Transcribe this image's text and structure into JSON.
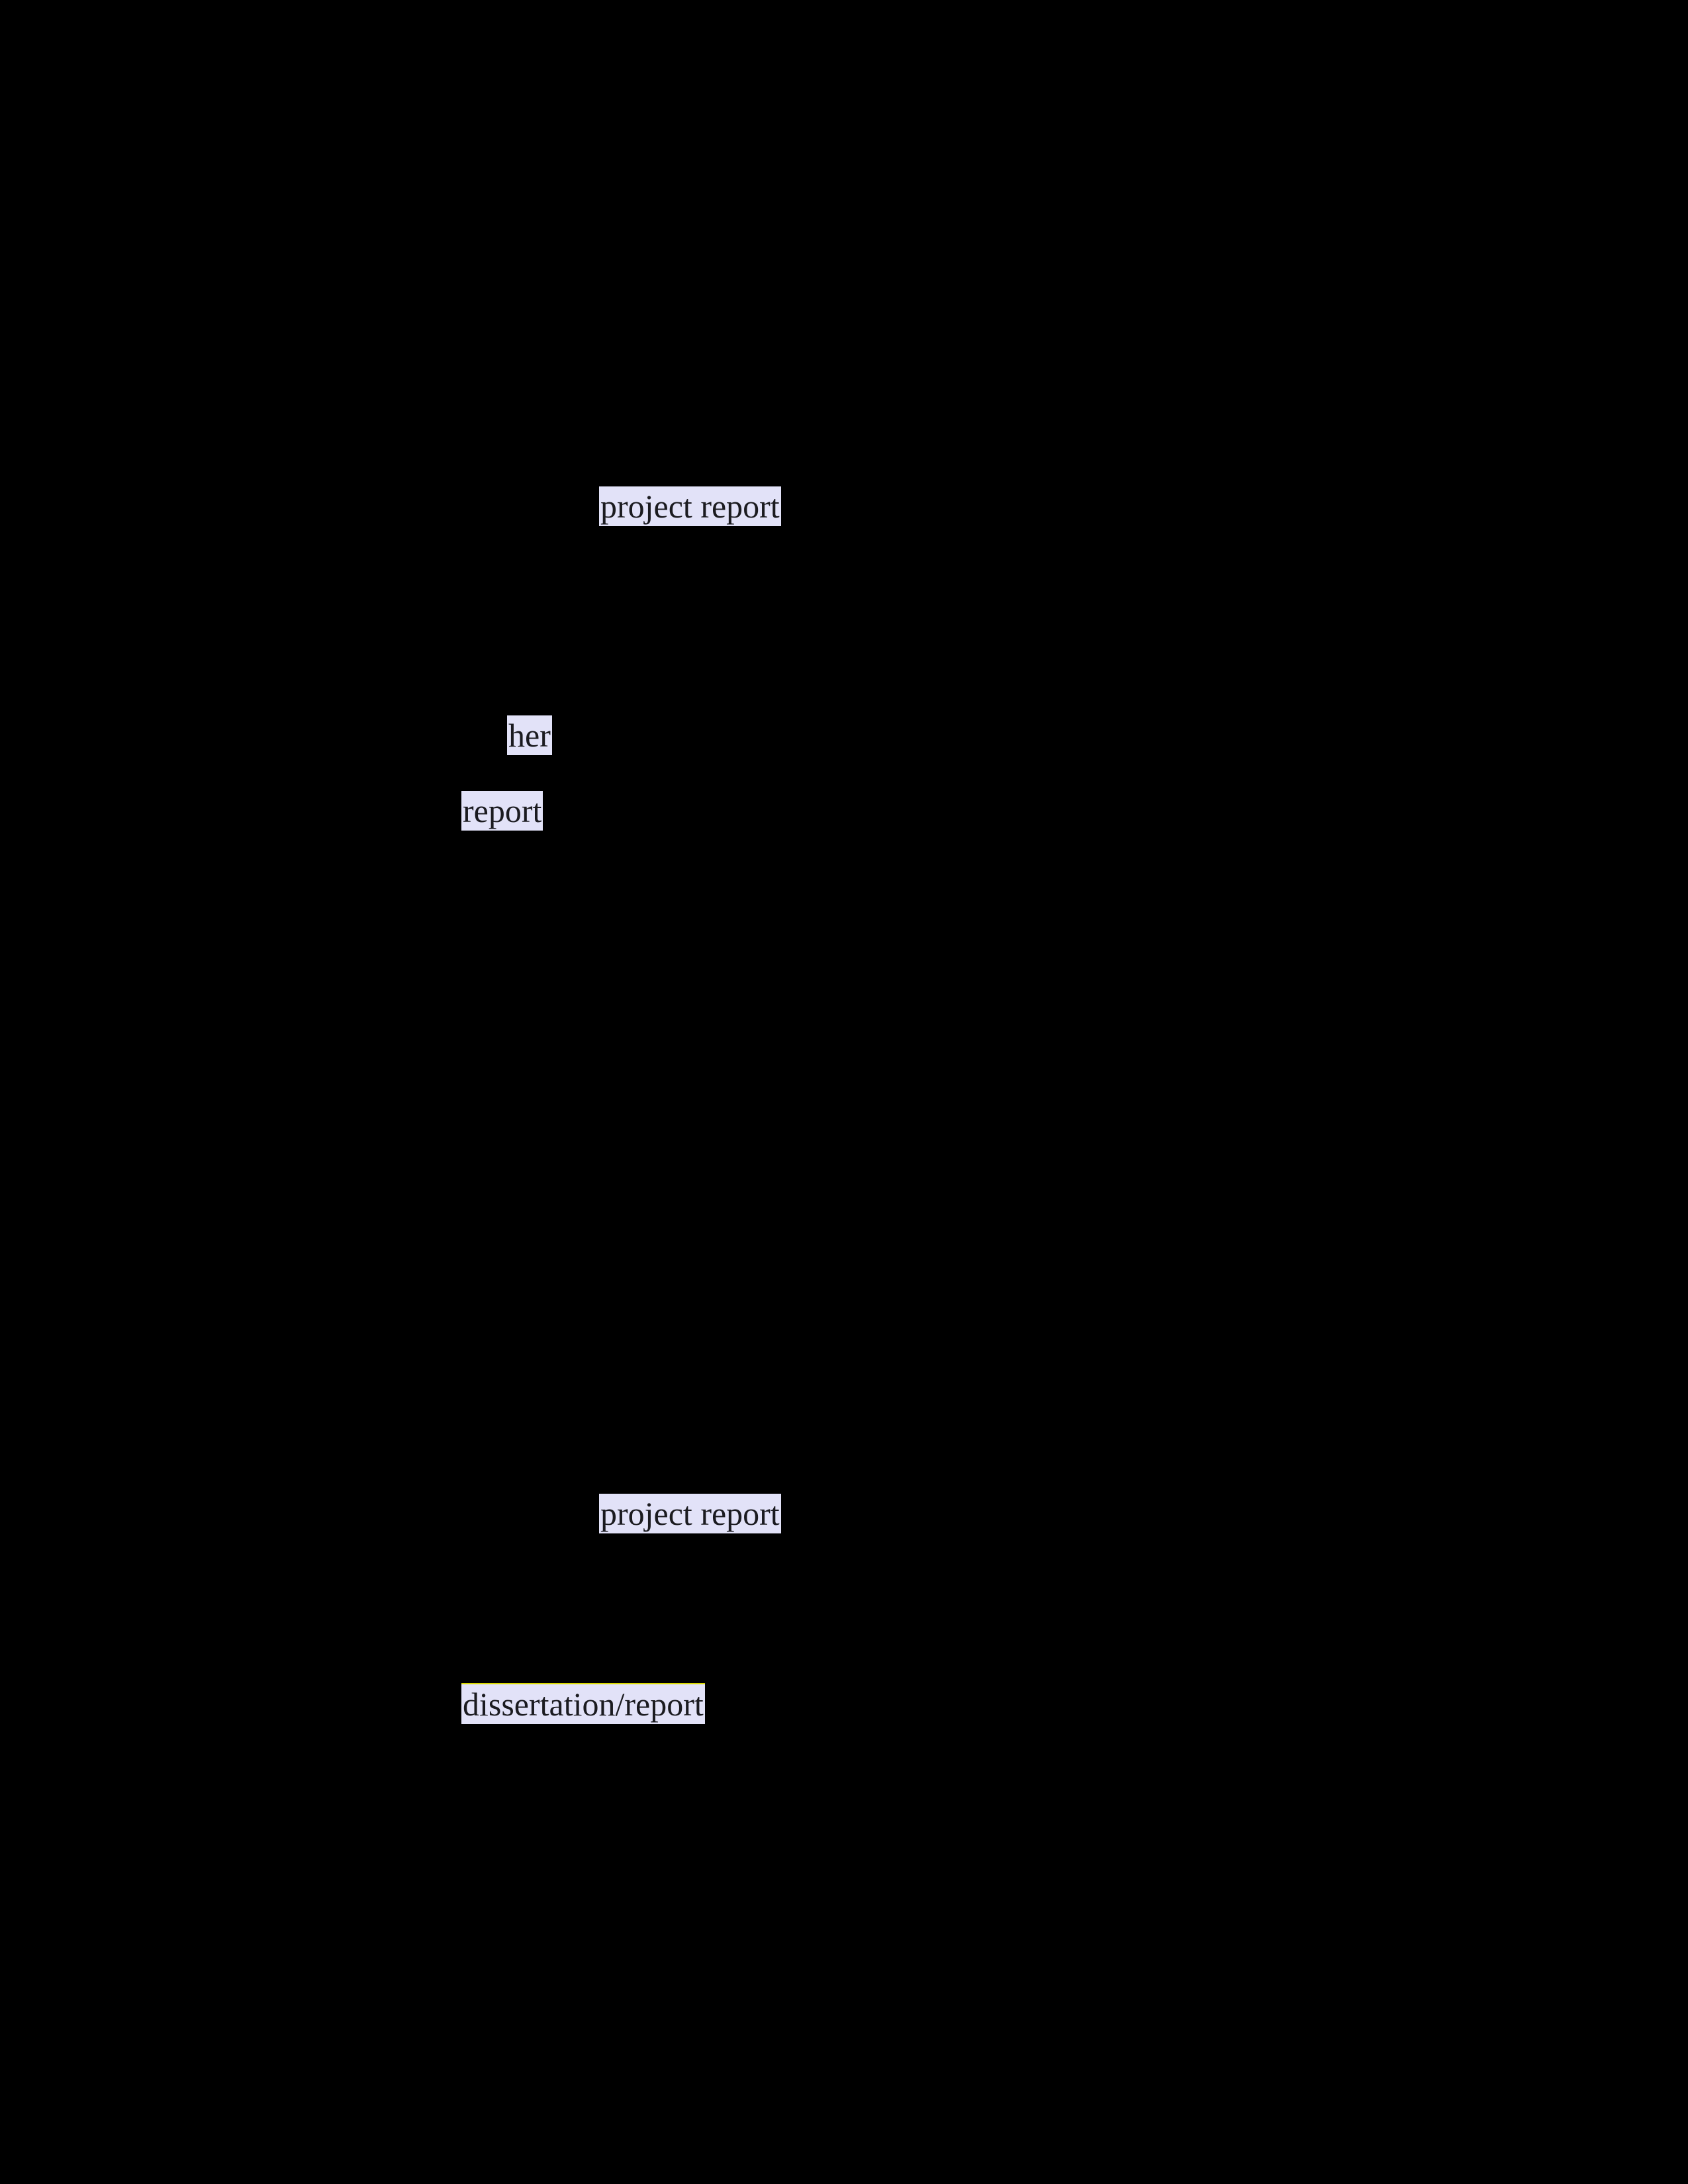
{
  "document": {
    "description": "black document page with text selection highlights",
    "highlights": [
      {
        "text": "project report",
        "style": "selection"
      },
      {
        "text": "her",
        "style": "selection"
      },
      {
        "text": "report",
        "style": "selection"
      },
      {
        "text": "project report",
        "style": "selection"
      },
      {
        "text": "dissertation/report",
        "style": "selection-with-top-marker"
      }
    ]
  },
  "colors": {
    "page_background": "#000000",
    "highlight_fill": "#e2e2f8",
    "highlight_text": "#1b1b20",
    "match_marker": "#d9d900"
  }
}
